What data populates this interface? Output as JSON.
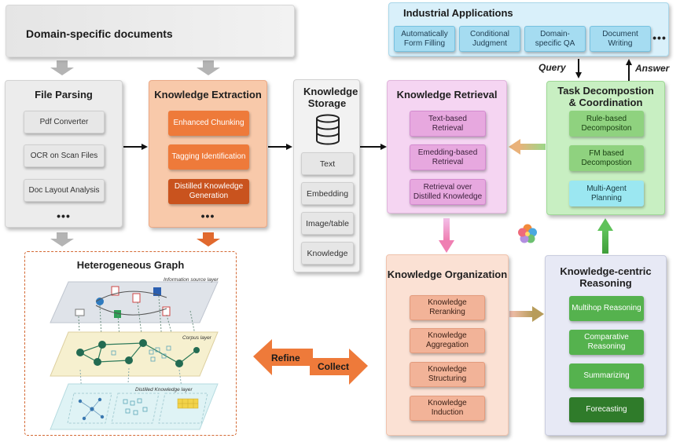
{
  "domain_docs": {
    "title": "Domain-specific documents"
  },
  "file_parsing": {
    "title": "File Parsing",
    "items": [
      "Pdf Converter",
      "OCR on Scan Files",
      "Doc Layout Analysis"
    ],
    "more": "•••"
  },
  "knowledge_extraction": {
    "title": "Knowledge Extraction",
    "items": [
      "Enhanced Chunking",
      "Tagging Identification",
      "Distilled Knowledge Generation"
    ],
    "more": "•••"
  },
  "knowledge_storage": {
    "title": "Knowledge Storage",
    "items": [
      "Text",
      "Embedding",
      "Image/table",
      "Knowledge"
    ]
  },
  "knowledge_retrieval": {
    "title": "Knowledge Retrieval",
    "items": [
      "Text-based Retrieval",
      "Emedding-based Retrieval",
      "Retrieval over Distilled Knowledge"
    ]
  },
  "industrial_applications": {
    "title": "Industrial Applications",
    "items": [
      "Automatically Form Filling",
      "Conditional Judgment",
      "Domain-specific QA",
      "Document Writing"
    ],
    "more": "•••"
  },
  "query_label": "Query",
  "answer_label": "Answer",
  "task_decomposition": {
    "title": "Task Decompostion & Coordination",
    "items": [
      "Rule-based Decompositon",
      "FM based Decompostion",
      "Multi-Agent Planning"
    ]
  },
  "heterogeneous_graph": {
    "title": "Heterogeneous Graph",
    "layers": [
      "Information source layer",
      "Corpus layer",
      "Distilled Knowledge layer"
    ]
  },
  "refine_label": "Refine",
  "collect_label": "Collect",
  "knowledge_organization": {
    "title": "Knowledge Organization",
    "items": [
      "Knowledge Reranking",
      "Knowledge Aggregation",
      "Knowledge Structuring",
      "Knowledge Induction"
    ]
  },
  "knowledge_reasoning": {
    "title": "Knowledge-centric Reasoning",
    "items": [
      "Multihop Reasoning",
      "Comparative Reasoning",
      "Summarizing",
      "Forecasting"
    ]
  },
  "colors": {
    "orange": "#f08a47",
    "retrieval_panel": "#f4d3f1",
    "task_panel": "#c8efc2",
    "reasoning_panel": "#e6e8f4",
    "organization_panel": "#fbe0d2",
    "apps_panel": "#d8f0f9"
  }
}
